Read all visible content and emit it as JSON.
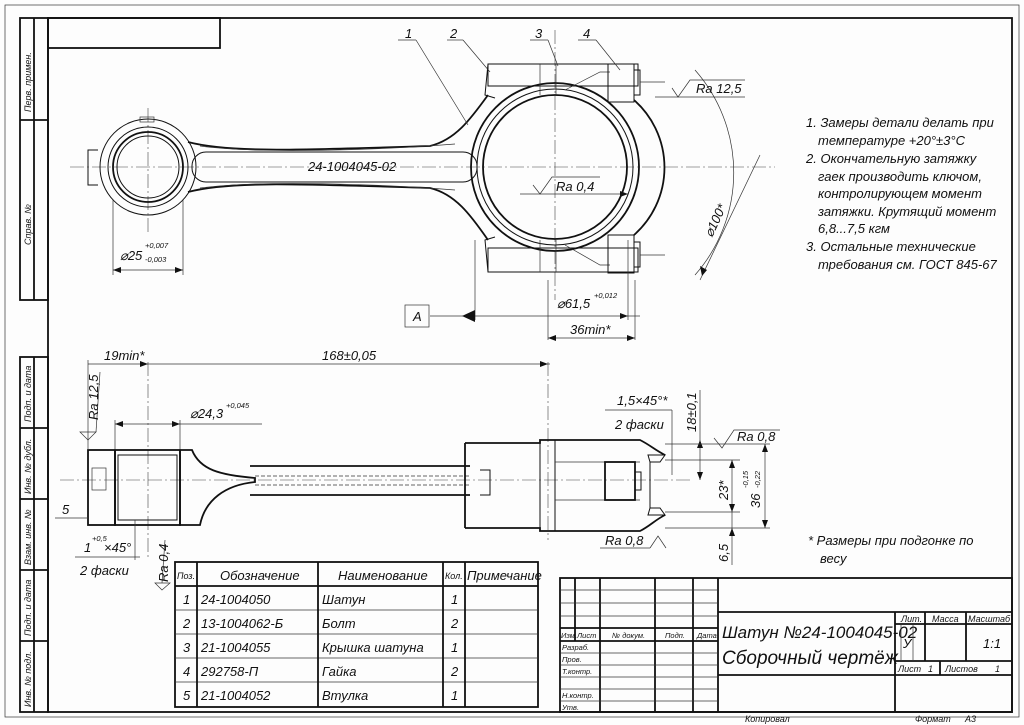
{
  "side_strip": {
    "labels": [
      "Перв. примен.",
      "Справ. №",
      "Подп. и дата",
      "Инв. № дубл.",
      "Взам. инв. №",
      "Подп. и дата",
      "Инв. № подл."
    ]
  },
  "top_view": {
    "callouts": [
      "1",
      "2",
      "3",
      "4"
    ],
    "part_marking": "24-1004045-02",
    "ra_cap": "Ra 12,5",
    "ra_bore": "Ra 0,4",
    "small_bore_dim": "⌀25",
    "small_bore_tol_upper": "+0,007",
    "small_bore_tol_lower": "-0,003",
    "big_bore_dim": "⌀61,5",
    "big_bore_tol": "+0,012",
    "cap_width": "36min*",
    "swing_dia": "⌀100*",
    "view_label": "A"
  },
  "section_view": {
    "dim_19": "19min*",
    "dim_168": "168±0,05",
    "ra_left": "Ra 12,5",
    "pin_bore_dim": "⌀24,3",
    "pin_bore_tol": "+0,045",
    "chamfer_right": "1,5×45°*",
    "chamfer_right_note": "2 фаски",
    "dim_18": "18±0,1",
    "ra_top": "Ra 0,8",
    "dim_23": "23*",
    "dim_36": "36",
    "dim_36_tol_upper": "-0,15",
    "dim_36_tol_lower": "-0,22",
    "ra_bottom": "Ra 0,8",
    "dim_6_5": "6,5",
    "callout_5": "5",
    "chamfer_left": "1",
    "chamfer_left_tol": "+0,5",
    "chamfer_left_angle": "×45°",
    "chamfer_left_note": "2 фаски",
    "ra_small": "Ra 0,4"
  },
  "notes": {
    "lines": [
      "1. Замеры детали делать при",
      "температуре +20°±3°С",
      "2. Окончательную затяжку",
      "гаек производить ключом,",
      "контролирующем момент",
      "затяжки. Крутящий момент",
      "6,8...7,5 кгм",
      "3. Остальные технические",
      "требования см. ГОСТ 845-67"
    ],
    "weight_note_1": "* Размеры при подгонке по",
    "weight_note_2": "весу"
  },
  "parts_table": {
    "headers": [
      "Поз.",
      "Обозначение",
      "Наименование",
      "Кол.",
      "Примечание"
    ],
    "rows": [
      [
        "1",
        "24-1004050",
        "Шатун",
        "1",
        ""
      ],
      [
        "2",
        "13-1004062-Б",
        "Болт",
        "2",
        ""
      ],
      [
        "3",
        "21-1004055",
        "Крышка шатуна",
        "1",
        ""
      ],
      [
        "4",
        "292758-П",
        "Гайка",
        "2",
        ""
      ],
      [
        "5",
        "21-1004052",
        "Втулка",
        "1",
        ""
      ]
    ]
  },
  "title_block": {
    "col_headers": [
      "Изм.",
      "Лист",
      "№ докум.",
      "Подп.",
      "Дата"
    ],
    "roles": [
      "Разраб.",
      "Пров.",
      "Т.контр.",
      "",
      "Н.контр.",
      "Утв."
    ],
    "title_line1": "Шатун №24-1004045-02",
    "title_line2": "Сборочный чертёж",
    "lit_label": "Лит.",
    "mass_label": "Масса",
    "scale_label": "Масштаб",
    "lit_value": "У",
    "scale_value": "1:1",
    "sheet_label": "Лист",
    "sheet_value": "1",
    "sheets_label": "Листов",
    "sheets_value": "1",
    "copied": "Копировал",
    "format_label": "Формат",
    "format_value": "А3"
  }
}
